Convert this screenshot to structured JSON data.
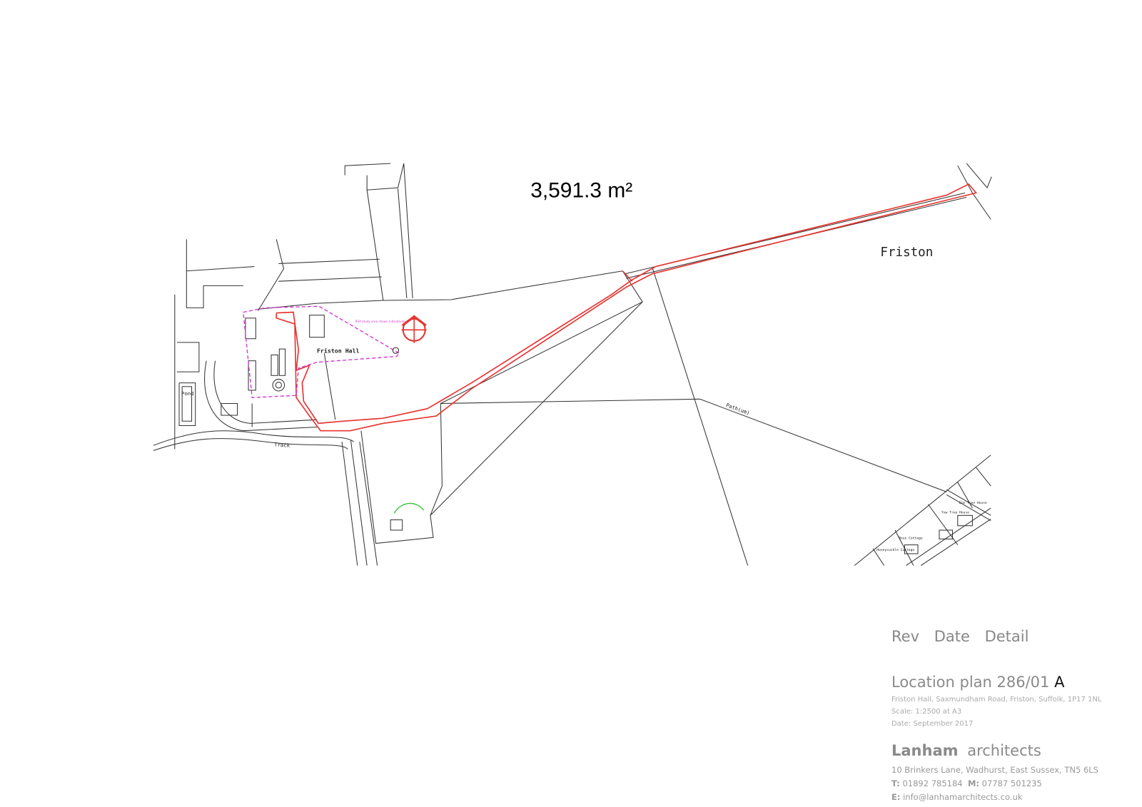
{
  "map": {
    "area_label": "3,591.3 m²",
    "place_label": "Friston",
    "hall_label": "Friston Hall",
    "pond_label": "Pond",
    "track_label": "Track",
    "path_label": "Path(um)",
    "annotation_pink": "RSA study area shown indicatively",
    "houses": [
      "Elm Tree House",
      "Yew Tree House",
      "Rose Cottage",
      "Honeysuckle Cottage"
    ],
    "colors": {
      "boundary": "#e8332f",
      "study_area": "#d63fd6",
      "tree": "#3ec43e",
      "linework": "#333333"
    }
  },
  "title_block": {
    "rev_header": "Rev",
    "date_header": "Date",
    "detail_header": "Detail",
    "title": "Location plan 286/01",
    "revision": "A",
    "address": "Friston Hall, Saxmundham Road, Friston, Suffolk, 1P17 1NL",
    "scale": "Scale: 1:2500 at A3",
    "date": "Date: September 2017",
    "firm_bold": "Lanham",
    "firm_light": "architects",
    "firm_address": "10 Brinkers Lane, Wadhurst, East Sussex, TN5 6LS",
    "tel_label": "T:",
    "tel": "01892 785184",
    "mob_label": "M:",
    "mob": "07787 501235",
    "email_label": "E:",
    "email": "info@lanhamarchitects.co.uk"
  }
}
